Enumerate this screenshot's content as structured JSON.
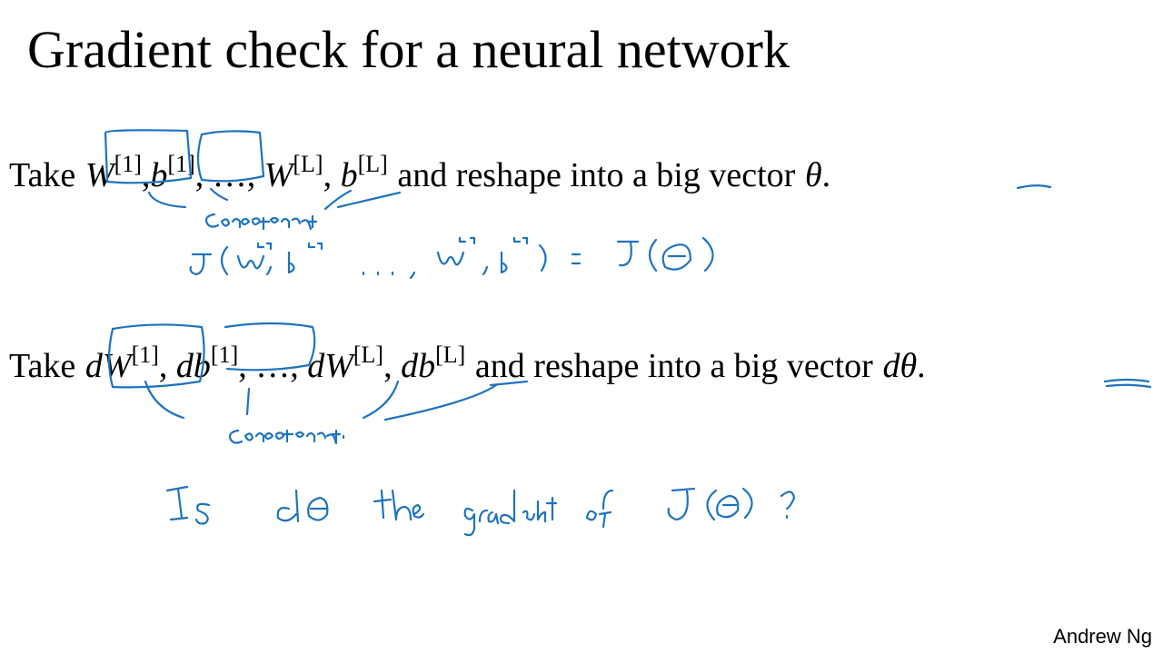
{
  "title": "Gradient check for a neural network",
  "line1": {
    "take": "Take",
    "w1": "W",
    "w1_sup": "[1]",
    "b1": "b",
    "b1_sup": "[1]",
    "ellipsis": "…",
    "wl": "W",
    "wl_sup": "[L]",
    "bl": "b",
    "bl_sup": "[L]",
    "suffix": "and reshape into a big vector",
    "vector": "θ",
    "period": "."
  },
  "line2": {
    "take": "Take",
    "dw1": "dW",
    "dw1_sup": "[1]",
    "db1": "db",
    "db1_sup": "[1]",
    "ellipsis": "…",
    "dwl": "dW",
    "dwl_sup": "[L]",
    "dbl": "db",
    "dbl_sup": "[L]",
    "suffix": "and reshape into a big vector",
    "vector": "dθ",
    "period": "."
  },
  "handwriting": {
    "note_concatenate_1": "concatenate",
    "note_cost": "J(w[1], b[1], …, w[L], b[L]) = J(θ)",
    "note_concatenate_2": "concatenate",
    "note_question": "Is dθ the gradient of J(θ)?"
  },
  "footer": "Andrew Ng",
  "colors": {
    "ink": "#1e73be",
    "text": "#000000",
    "background": "#ffffff"
  }
}
